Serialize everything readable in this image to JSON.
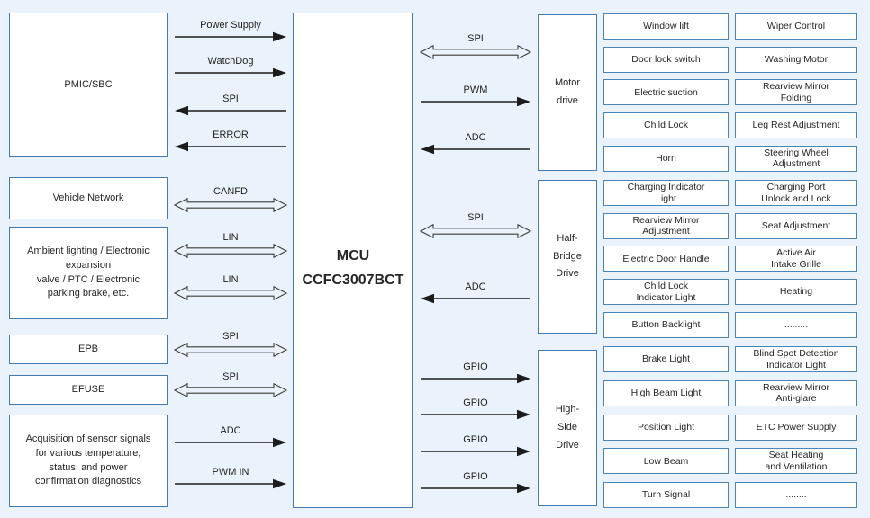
{
  "colors": {
    "background": "#eaf3fb",
    "box_fill": "#ffffff",
    "box_border": "#4579af",
    "cell_border": "#4d84b6",
    "arrow": "#1c1c1c",
    "text": "#262626"
  },
  "left_boxes": [
    {
      "label": "PMIC/SBC"
    },
    {
      "label": "Vehicle Network"
    },
    {
      "label": "Ambient lighting / Electronic\nexpansion\nvalve / PTC / Electronic\nparking brake, etc."
    },
    {
      "label": "EPB"
    },
    {
      "label": "EFUSE"
    },
    {
      "label": "Acquisition of sensor signals\nfor various temperature,\nstatus, and power\nconfirmation diagnostics"
    }
  ],
  "mcu": {
    "label": "MCU\nCCFC3007BCT"
  },
  "drive_boxes": [
    {
      "label": "Motor\ndrive"
    },
    {
      "label": "Half-\nBridge\nDrive"
    },
    {
      "label": "High-\nSide\nDrive"
    }
  ],
  "left_arrows": [
    {
      "label": "Power Supply",
      "direction": "right"
    },
    {
      "label": "WatchDog",
      "direction": "right"
    },
    {
      "label": "SPI",
      "direction": "left"
    },
    {
      "label": "ERROR",
      "direction": "left"
    },
    {
      "label": "CANFD",
      "direction": "both"
    },
    {
      "label": "LIN",
      "direction": "both"
    },
    {
      "label": "LIN",
      "direction": "both"
    },
    {
      "label": "SPI",
      "direction": "both"
    },
    {
      "label": "SPI",
      "direction": "both"
    },
    {
      "label": "ADC",
      "direction": "right"
    },
    {
      "label": "PWM IN",
      "direction": "right"
    }
  ],
  "right_arrows": [
    {
      "label": "SPI",
      "direction": "both"
    },
    {
      "label": "PWM",
      "direction": "right"
    },
    {
      "label": "ADC",
      "direction": "left"
    },
    {
      "label": "SPI",
      "direction": "both"
    },
    {
      "label": "ADC",
      "direction": "left"
    },
    {
      "label": "GPIO",
      "direction": "right"
    },
    {
      "label": "GPIO",
      "direction": "right"
    },
    {
      "label": "GPIO",
      "direction": "right"
    },
    {
      "label": "GPIO",
      "direction": "right"
    }
  ],
  "function_groups": [
    {
      "cells": [
        [
          "Window lift",
          "Wiper Control"
        ],
        [
          "Door lock switch",
          "Washing Motor"
        ],
        [
          "Electric suction",
          "Rearview Mirror\nFolding"
        ],
        [
          "Child Lock",
          "Leg Rest Adjustment"
        ],
        [
          "Horn",
          "Steering Wheel\nAdjustment"
        ]
      ]
    },
    {
      "cells": [
        [
          "Charging Indicator\nLight",
          "Charging Port\nUnlock and Lock"
        ],
        [
          "Rearview Mirror\nAdjustment",
          "Seat Adjustment"
        ],
        [
          "Electric Door Handle",
          "Active Air\nIntake Grille"
        ],
        [
          "Child Lock\nIndicator Light",
          "Heating"
        ],
        [
          "Button Backlight",
          "........."
        ]
      ]
    },
    {
      "cells": [
        [
          "Brake Light",
          "Blind Spot Detection\nIndicator Light"
        ],
        [
          "High Beam Light",
          "Rearview Mirror\nAnti-glare"
        ],
        [
          "Position Light",
          "ETC Power Supply"
        ],
        [
          "Low Beam",
          "Seat Heating\nand Ventilation"
        ],
        [
          "Turn Signal",
          "........"
        ]
      ]
    }
  ]
}
